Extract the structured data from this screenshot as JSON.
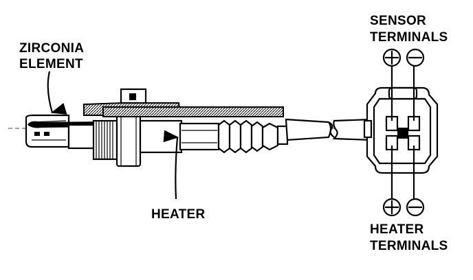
{
  "labels": {
    "zirconia_line1": "ZIRCONIA",
    "zirconia_line2": "ELEMENT",
    "heater": "HEATER",
    "sensor_line1": "SENSOR",
    "sensor_line2": "TERMINALS",
    "heater_term_line1": "HEATER",
    "heater_term_line2": "TERMINALS"
  },
  "symbols": {
    "plus": "+",
    "minus": "−"
  }
}
